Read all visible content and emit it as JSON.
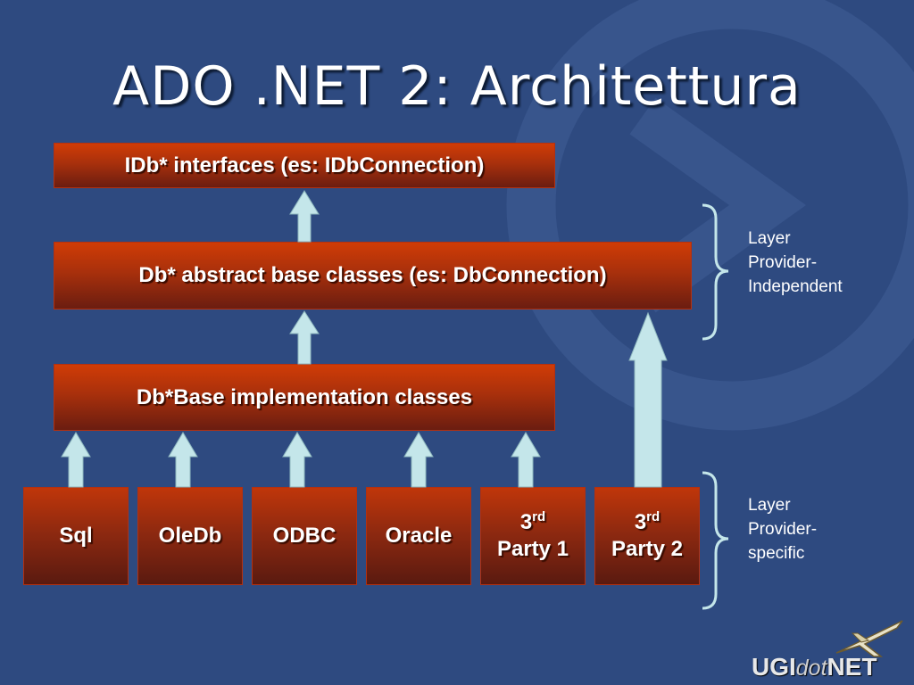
{
  "title": "ADO .NET 2: Architettura",
  "layers": {
    "interfaces": "IDb* interfaces (es: IDbConnection)",
    "abstract": "Db* abstract base classes (es: DbConnection)",
    "base_impl": "Db*Base implementation classes"
  },
  "providers": [
    {
      "label": "Sql"
    },
    {
      "label": "OleDb"
    },
    {
      "label": "ODBC"
    },
    {
      "label": "Oracle"
    },
    {
      "top": "3",
      "sup": "rd",
      "bottom": "Party 1"
    },
    {
      "top": "3",
      "sup": "rd",
      "bottom": "Party 2"
    }
  ],
  "labels": {
    "independent": [
      "Layer",
      "Provider-",
      "Independent"
    ],
    "specific": [
      "Layer",
      "Provider-",
      "specific"
    ]
  },
  "logo": {
    "ugi": "UGI",
    "dot": "dot",
    "net": "NET"
  },
  "colors": {
    "background": "#2e4a80",
    "box": "#b3330c",
    "arrow": "#c4e6ea"
  }
}
